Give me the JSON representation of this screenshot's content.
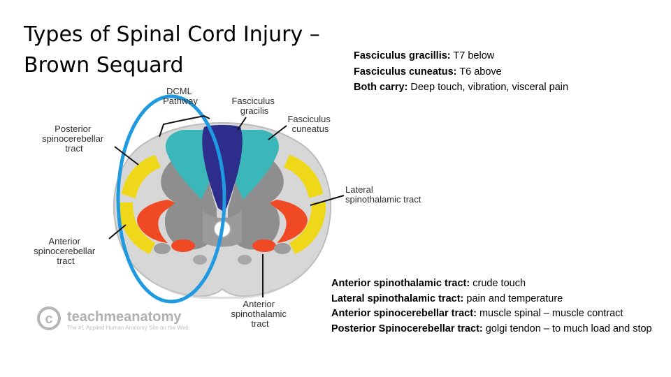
{
  "slide": {
    "title_lines": [
      "Types of Spinal Cord Injury –",
      "Brown Sequard"
    ]
  },
  "top_notes": [
    {
      "label": "Fasciculus gracillis:",
      "text": "T7 below"
    },
    {
      "label": "Fasciculus cuneatus:",
      "text": "T6 above"
    },
    {
      "label": "Both carry:",
      "text": "Deep touch, vibration, visceral pain"
    }
  ],
  "bottom_notes": [
    {
      "label": "Anterior spinothalamic tract:",
      "text": "crude touch"
    },
    {
      "label": "Lateral spinothalamic tract:",
      "text": "pain and temperature"
    },
    {
      "label": "Anterior spinocerebellar tract:",
      "text": "muscle spinal – muscle contract"
    },
    {
      "label": "Posterior Spinocerebellar tract:",
      "text": "golgi tendon – to much load and stop"
    }
  ],
  "diagram": {
    "labels": {
      "dcml_1": "DCML",
      "dcml_2": "Pathway",
      "gracilis_1": "Fasciculus",
      "gracilis_2": "gracilis",
      "cuneatus_1": "Fasciculus",
      "cuneatus_2": "cuneatus",
      "post_sc_1": "Posterior",
      "post_sc_2": "spinocerebellar",
      "post_sc_3": "tract",
      "lat_st_1": "Lateral",
      "lat_st_2": "spinothalamic tract",
      "ant_sc_1": "Anterior",
      "ant_sc_2": "spinocerebellar",
      "ant_sc_3": "tract",
      "ant_st_1": "Anterior",
      "ant_st_2": "spinothalamic",
      "ant_st_3": "tract"
    },
    "logo": {
      "brand": "teachmeanatomy",
      "tagline": "The #1 Applied Human Anatomy Site on the Web."
    },
    "colors": {
      "dcml_gracilis": "#2d2d8c",
      "dcml_cuneatus": "#3cb7b9",
      "spinocerebellar": "#efd719",
      "spinothalamic": "#f04a24",
      "grey_matter": "#8e8e8e",
      "white_matter": "#d7d7d7",
      "highlight_ring": "#1f9ae0"
    }
  }
}
